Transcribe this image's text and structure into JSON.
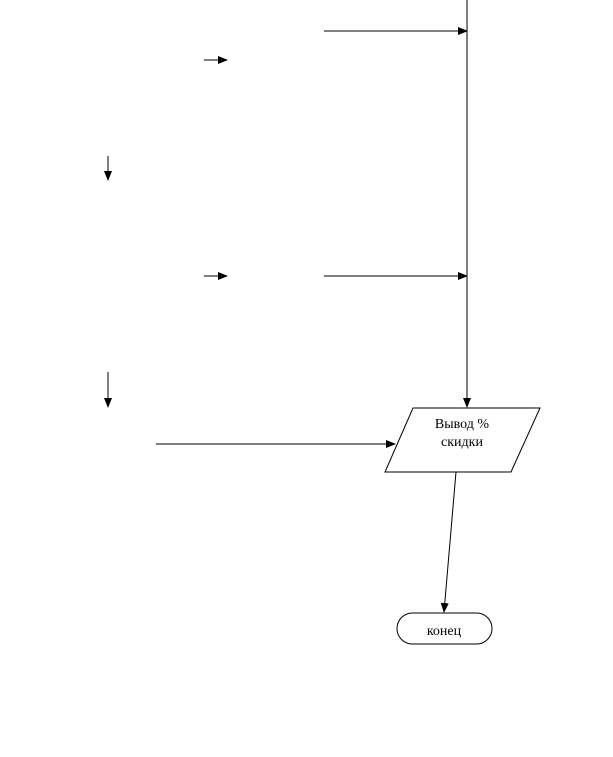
{
  "flowchart": {
    "output_block": {
      "line1": "Вывод %",
      "line2": "скидки"
    },
    "end_block": {
      "label": "конец"
    }
  },
  "colors": {
    "stroke": "#000000",
    "background": "#ffffff"
  }
}
